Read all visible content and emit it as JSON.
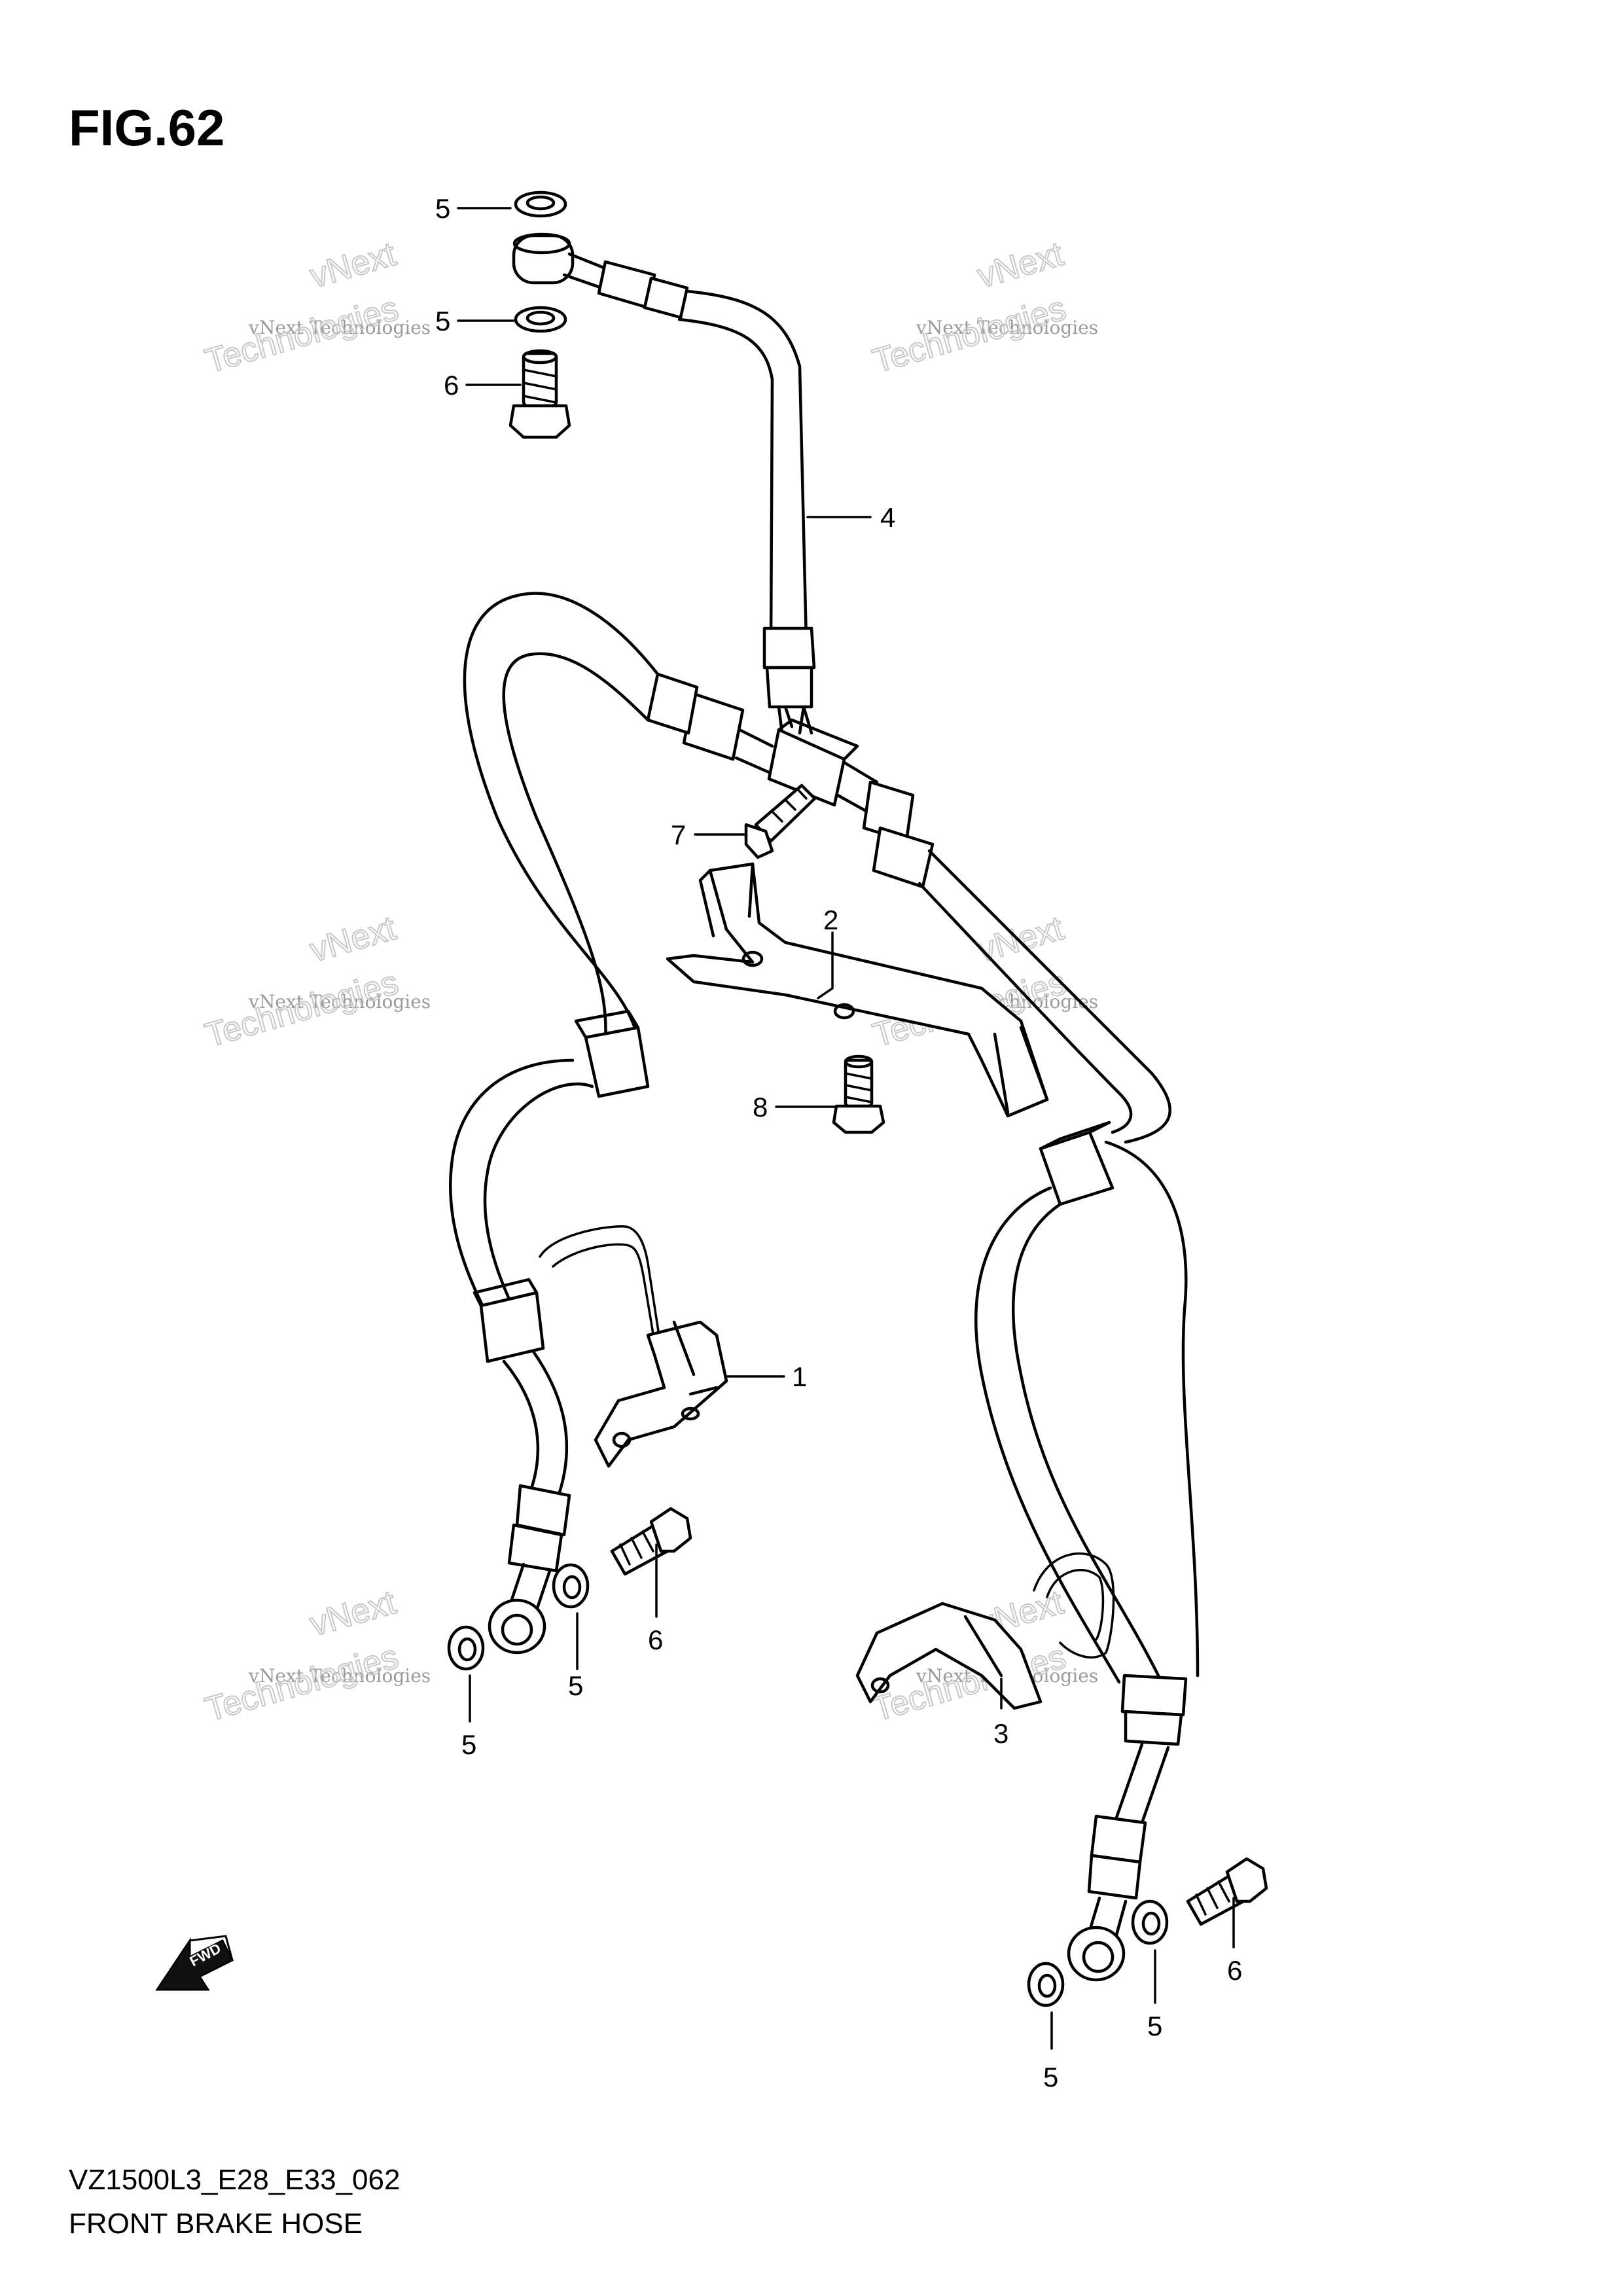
{
  "figure": {
    "title": "FIG.62"
  },
  "caption": {
    "code": "VZ1500L3_E28_E33_062",
    "name": "FRONT BRAKE HOSE"
  },
  "watermark": {
    "company": "vNext Technologies",
    "line1": "vNext",
    "line2": "Technologies"
  },
  "fwd_label": "FWD",
  "callouts": {
    "c1": "1",
    "c2": "2",
    "c3": "3",
    "c4": "4",
    "c5a": "5",
    "c5b": "5",
    "c5c": "5",
    "c5d": "5",
    "c5e": "5",
    "c5f": "5",
    "c6a": "6",
    "c6b": "6",
    "c6c": "6",
    "c7": "7",
    "c8": "8"
  }
}
